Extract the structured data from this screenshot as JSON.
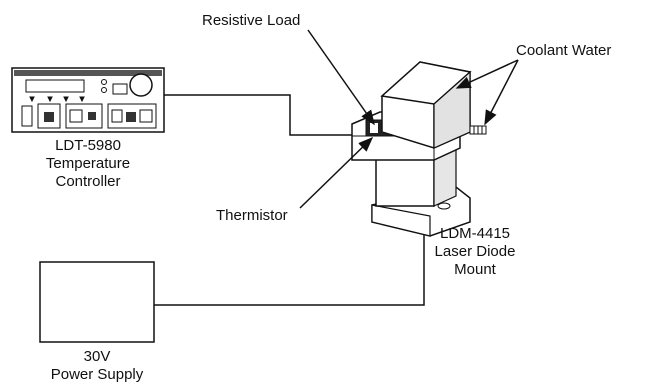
{
  "labels": {
    "resistive_load": "Resistive Load",
    "coolant_water": "Coolant Water",
    "controller_model": "LDT-5980",
    "controller_line1": "Temperature",
    "controller_line2": "Controller",
    "thermistor": "Thermistor",
    "mount_model": "LDM-4415",
    "mount_line1": "Laser Diode",
    "mount_line2": "Mount",
    "power_supply_line1": "30V",
    "power_supply_line2": "Power Supply"
  },
  "colors": {
    "stroke": "#111111",
    "device_fill": "#ffffff",
    "shade": "#cfcfcf"
  }
}
